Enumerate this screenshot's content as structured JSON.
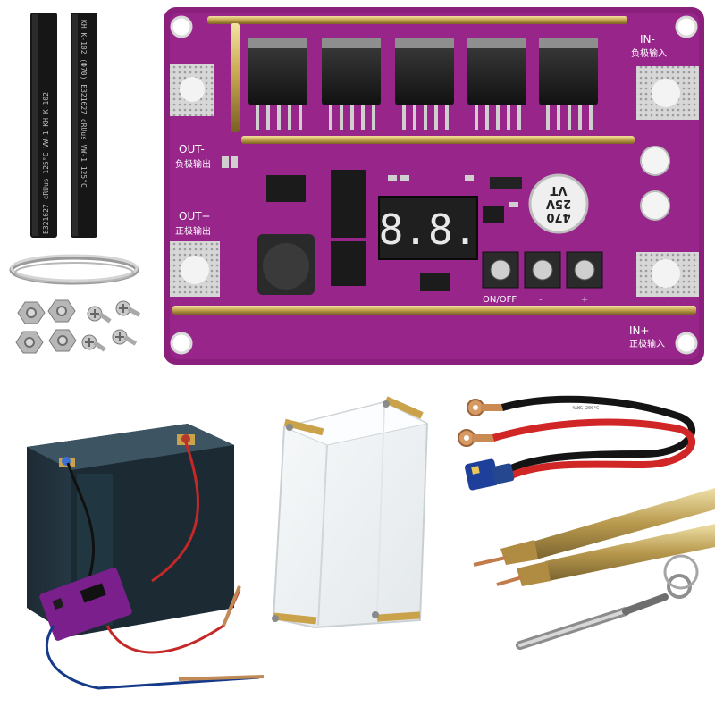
{
  "board": {
    "out_minus": "OUT-",
    "out_minus_cn": "负极输出",
    "out_plus": "OUT+",
    "out_plus_cn": "正极输出",
    "in_minus": "IN-",
    "in_minus_cn": "负极输入",
    "in_plus": "IN+",
    "in_plus_cn": "正极输入",
    "display": "8.8.",
    "capacitor_line1": "470",
    "capacitor_line2": "25V",
    "capacitor_line3": "VT",
    "onoff_label": "ON/OFF",
    "minus_label": "-",
    "plus_label": "+"
  },
  "heat_shrink": {
    "tube1": "E321627 cRUus 125°C VW-1 KH K-102",
    "tube2": "KH K-102 (Φ70) E321627 cRUus VW-1 125°C"
  },
  "wire_marking": "4AWG 200°C"
}
